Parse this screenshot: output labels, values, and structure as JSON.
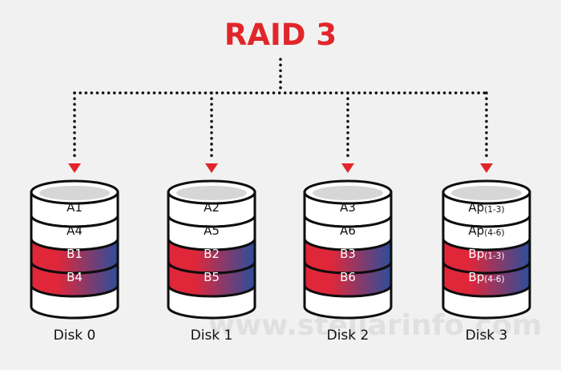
{
  "title": "RAID 3",
  "watermark": "www.stellarinfo.com",
  "colors": {
    "accent": "#e1262b",
    "stroke": "#0d0d0d",
    "disk_fill": "#ffffff",
    "platter": "#d6d6d6",
    "stripe_red": "#e0273a",
    "stripe_blue": "#2c4e9b",
    "background": "#f1f1f1"
  },
  "disks": [
    {
      "name": "Disk 0",
      "blocks": [
        {
          "label": "A1"
        },
        {
          "label": "A4"
        },
        {
          "label": "B1",
          "striped": true
        },
        {
          "label": "B4",
          "striped": true
        }
      ]
    },
    {
      "name": "Disk 1",
      "blocks": [
        {
          "label": "A2"
        },
        {
          "label": "A5"
        },
        {
          "label": "B2",
          "striped": true
        },
        {
          "label": "B5",
          "striped": true
        }
      ]
    },
    {
      "name": "Disk 2",
      "blocks": [
        {
          "label": "A3"
        },
        {
          "label": "A6"
        },
        {
          "label": "B3",
          "striped": true
        },
        {
          "label": "B6",
          "striped": true
        }
      ]
    },
    {
      "name": "Disk 3",
      "blocks": [
        {
          "label": "Ap",
          "sub": "(1-3)"
        },
        {
          "label": "Ap",
          "sub": "(4-6)"
        },
        {
          "label": "Bp",
          "sub": "(1-3)",
          "striped": true
        },
        {
          "label": "Bp",
          "sub": "(4-6)",
          "striped": true
        }
      ]
    }
  ]
}
